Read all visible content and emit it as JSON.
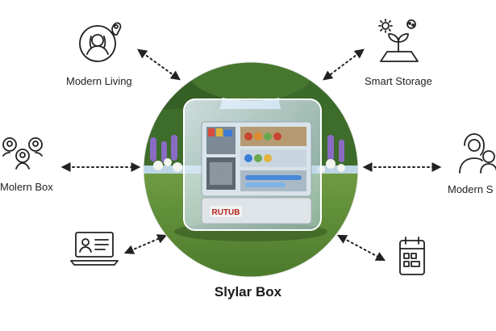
{
  "center": {
    "title": "Slylar Box",
    "product_brand": "RUTUB",
    "photo": "box-in-garden-photo"
  },
  "nodes": [
    {
      "label": "Modern Living",
      "icon": "person-map-pin-icon"
    },
    {
      "label": "Smart Storage",
      "icon": "sprout-plant-icon"
    },
    {
      "label": "Molern Box",
      "icon": "family-group-icon"
    },
    {
      "label": "Modern S",
      "icon": "parent-child-icon"
    },
    {
      "label": "",
      "icon": "laptop-profile-icon"
    },
    {
      "label": "",
      "icon": "calendar-icon"
    }
  ],
  "colors": {
    "line": "#333333",
    "text": "#222222",
    "grass": "#5f8f3a",
    "sky": "#9cc0d8"
  }
}
